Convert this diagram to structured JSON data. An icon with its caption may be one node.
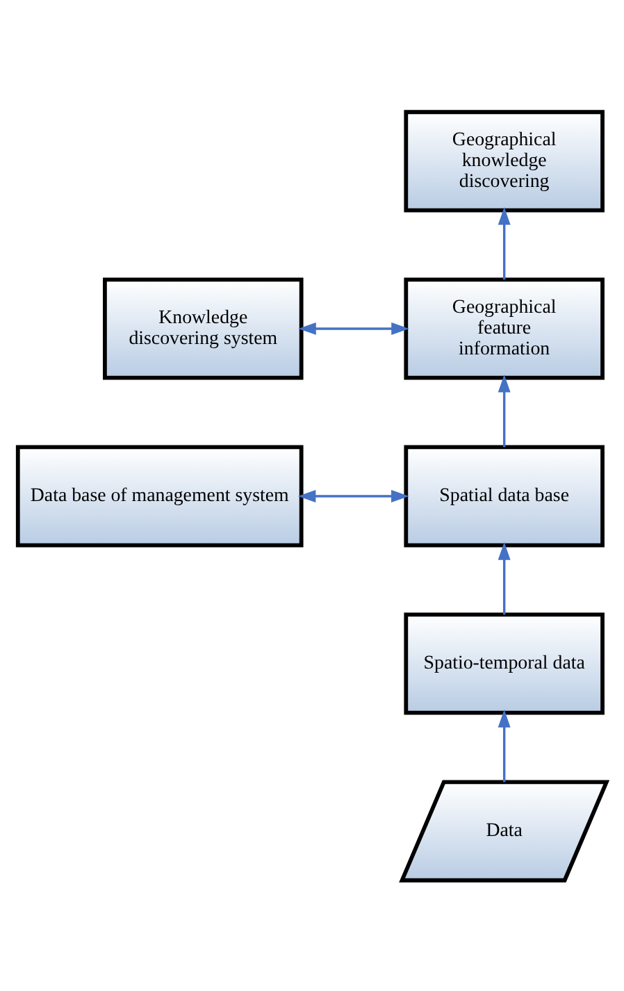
{
  "diagram": {
    "nodes": [
      {
        "text": [
          "Geographical knowledge discovering"
        ]
      },
      {
        "text": [
          "Knowledge discovering system"
        ]
      },
      {
        "text": [
          "Geographical feature information"
        ]
      },
      {
        "text": [
          "Data base of management system"
        ]
      },
      {
        "text": [
          "Spatial data base"
        ]
      },
      {
        "text": [
          "Spatio-temporal data"
        ]
      },
      {
        "text": [
          "Data"
        ]
      }
    ],
    "edges": [
      {
        "from": 6,
        "to": 5,
        "arrow": "to"
      },
      {
        "from": 5,
        "to": 4,
        "arrow": "to"
      },
      {
        "from": 4,
        "to": 2,
        "arrow": "to"
      },
      {
        "from": 2,
        "to": 0,
        "arrow": "to"
      },
      {
        "from": 1,
        "to": 2,
        "arrow": "both"
      },
      {
        "from": 3,
        "to": 4,
        "arrow": "both"
      }
    ]
  }
}
